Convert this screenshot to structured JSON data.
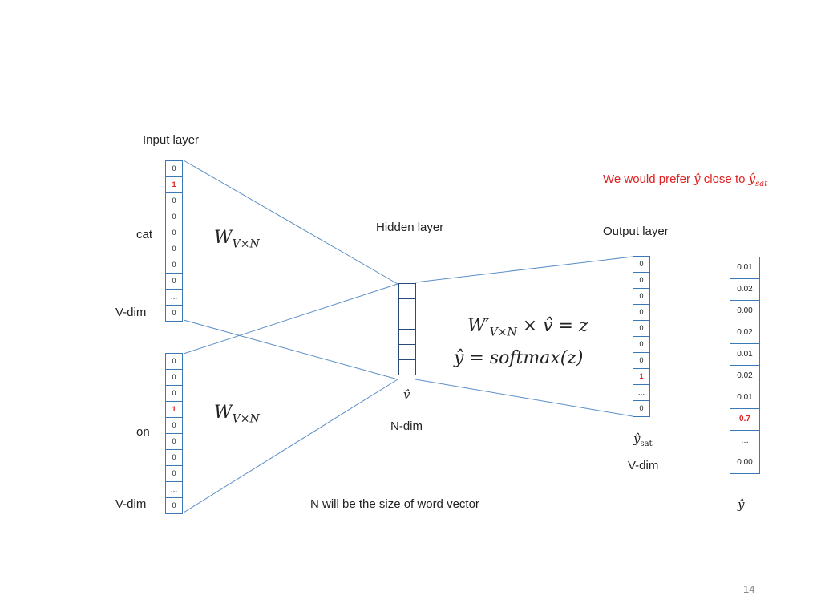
{
  "labels": {
    "input_layer": "Input layer",
    "hidden_layer": "Hidden layer",
    "output_layer": "Output layer",
    "word_cat": "cat",
    "word_on": "on",
    "vdim_1": "V-dim",
    "vdim_2": "V-dim",
    "vdim_3": "V-dim",
    "ndim": "N-dim",
    "note": "N will be the size of word vector",
    "prefer_prefix": "We would prefer ",
    "prefer_mid": " close to ",
    "page_number": "14"
  },
  "math": {
    "weight_1": "W",
    "weight_2": "W",
    "weight_sub": "V×N",
    "eq1": "W′",
    "eq1_sub": "V×N",
    "eq1_rest": " × v̂ = z",
    "eq2": "ŷ = softmax(z)",
    "v_hat": "v̂",
    "y_hat": "ŷ",
    "y_hat_sat": "ŷ",
    "y_sat_sub": "sat",
    "prefer_y": "ŷ",
    "prefer_ysat": "ŷ",
    "prefer_ysat_sub": "sat"
  },
  "vectors": {
    "cat": [
      "0",
      "1",
      "0",
      "0",
      "0",
      "0",
      "0",
      "0",
      "…",
      "0"
    ],
    "cat_hot_index": 1,
    "on": [
      "0",
      "0",
      "0",
      "1",
      "0",
      "0",
      "0",
      "0",
      "…",
      "0"
    ],
    "on_hot_index": 3,
    "target": [
      "0",
      "0",
      "0",
      "0",
      "0",
      "0",
      "0",
      "1",
      "…",
      "0"
    ],
    "target_hot_index": 7,
    "hidden_cells": 6,
    "output": [
      "0.01",
      "0.02",
      "0.00",
      "0.02",
      "0.01",
      "0.02",
      "0.01",
      "0.7",
      "…",
      "0.00"
    ],
    "output_hot_index": 7
  },
  "colors": {
    "line": "#5b8fc7",
    "cell_border": "#3a78b8",
    "highlight": "#e02020"
  }
}
